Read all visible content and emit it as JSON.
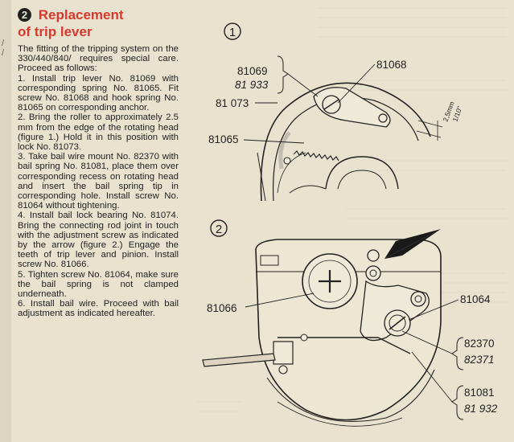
{
  "section": {
    "number": "2",
    "title_line1": "Replacement",
    "title_line2": "of trip lever"
  },
  "margin_marks": [
    "/",
    "/"
  ],
  "body_paragraphs": [
    "The fitting of the tripping system on the 330/440/840/ requires special care. Proceed as follows:",
    "1. Install trip lever No. 81069 with corresponding spring No. 81065. Fit screw No. 81068 and hook spring No. 81065 on corresponding anchor.",
    "2. Bring the roller to approximately 2.5 mm from the edge of the rotating head (figure 1.) Hold it in this position with lock No. 81073.",
    "3. Take bail wire mount No. 82370 with bail spring No. 81081, place them over corresponding recess on rotating head and insert the bail spring tip in corresponding hole. Install screw No. 81064 without tightening.",
    "4. Install bail lock bearing No. 81074. Bring the connecting rod joint in touch with the adjustment screw as indicated by the arrow (figure 2.) Engage the teeth of trip lever and pinion. Install screw No. 81066.",
    "5. Tighten screw No. 81064, make sure the bail spring is not clamped underneath.",
    "6. Install bail wire. Proceed with bail adjustment as indicated hereafter."
  ],
  "figure1": {
    "number": "1",
    "labels": {
      "part_81069": "81069",
      "part_81933": "81 933",
      "part_81068": "81068",
      "part_81073": "81 073",
      "part_81065": "81065",
      "dim_mm": "2,5mm",
      "dim_in": "1/10\""
    }
  },
  "figure2": {
    "number": "2",
    "labels": {
      "part_81066": "81066",
      "part_81064": "81064",
      "part_82370": "82370",
      "part_82371": "82371",
      "part_81081": "81081",
      "part_81932": "81 932"
    }
  },
  "colors": {
    "accent": "#d6392e",
    "paper": "#e9e2cf",
    "ink": "#222222"
  }
}
